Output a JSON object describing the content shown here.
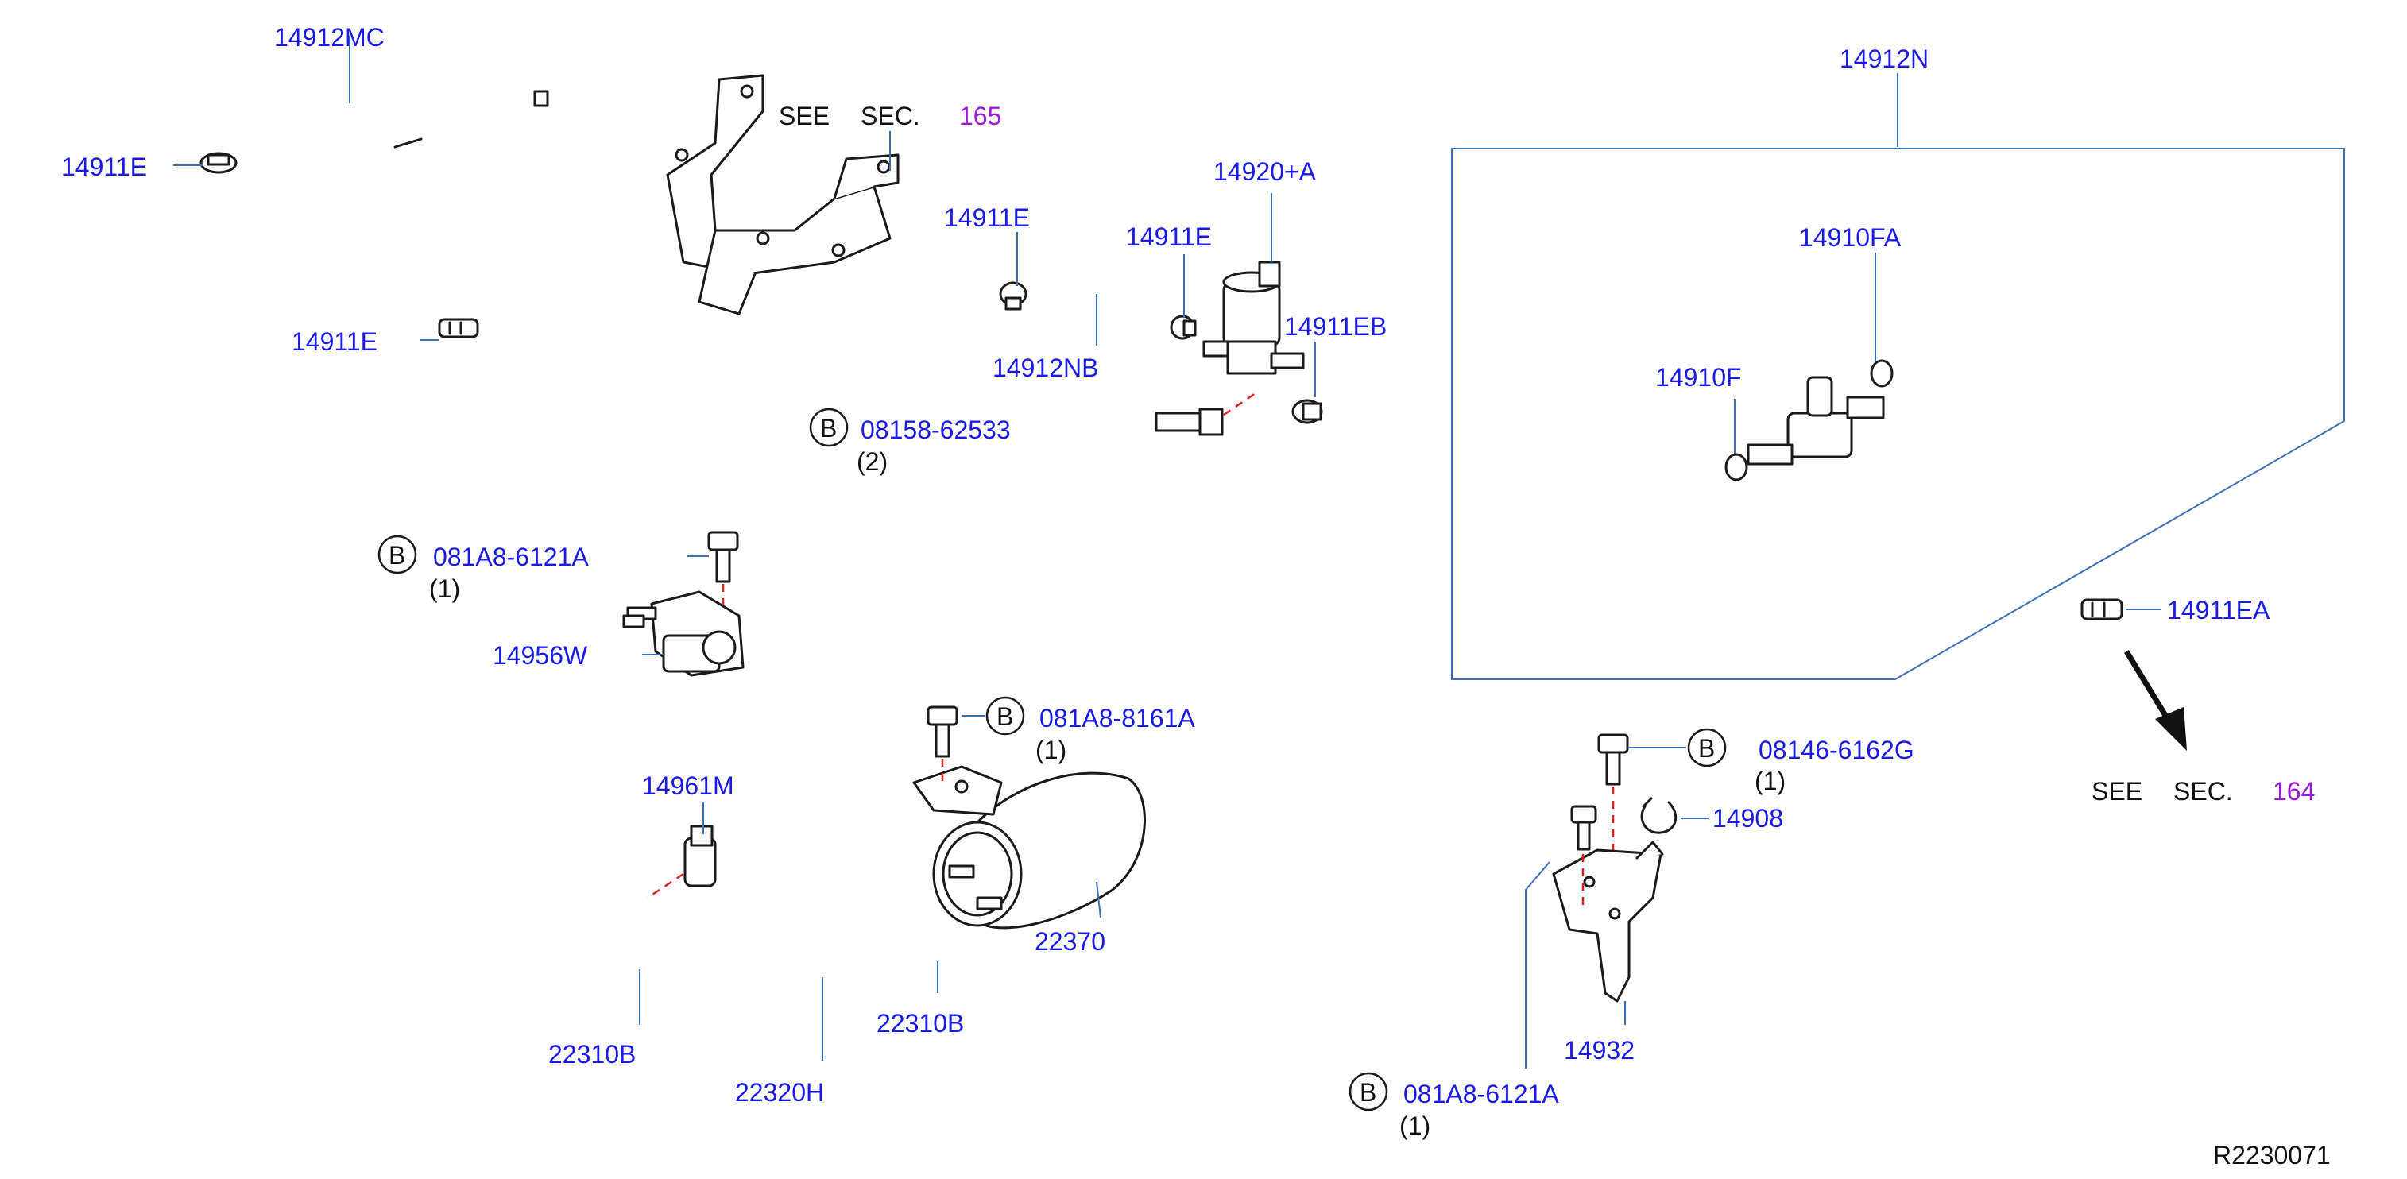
{
  "part_numbers": {
    "p14912MC": "14912MC",
    "p14911E_a": "14911E",
    "p14911E_b": "14911E",
    "p14911E_c": "14911E",
    "p14911E_d": "14911E",
    "p14920A": "14920+A",
    "p14911EB": "14911EB",
    "p14912NB": "14912NB",
    "p14912N": "14912N",
    "p14910FA": "14910FA",
    "p14910F": "14910F",
    "p14911EA": "14911EA",
    "p14956W": "14956W",
    "p14961M": "14961M",
    "p22370": "22370",
    "p22310B_a": "22310B",
    "p22310B_b": "22310B",
    "p22320H": "22320H",
    "p14908": "14908",
    "p14932": "14932"
  },
  "bolts": {
    "b1": {
      "letter": "B",
      "number": "08158-62533",
      "qty": "(2)"
    },
    "b2": {
      "letter": "B",
      "number": "081A8-6121A",
      "qty": "(1)"
    },
    "b3": {
      "letter": "B",
      "number": "081A8-8161A",
      "qty": "(1)"
    },
    "b4": {
      "letter": "B",
      "number": "08146-6162G",
      "qty": "(1)"
    },
    "b5": {
      "letter": "B",
      "number": "081A8-6121A",
      "qty": "(1)"
    }
  },
  "see_sections": {
    "s1": {
      "see": "SEE",
      "sec": "SEC.",
      "num": "165"
    },
    "s2": {
      "see": "SEE",
      "sec": "SEC.",
      "num": "164"
    }
  },
  "footer": {
    "diagram_id": "R2230071"
  },
  "colors": {
    "part_label": "#1a1ae6",
    "section_number": "#9a1ad6",
    "leader": "#3d6fb5",
    "dash": "#e02020"
  }
}
